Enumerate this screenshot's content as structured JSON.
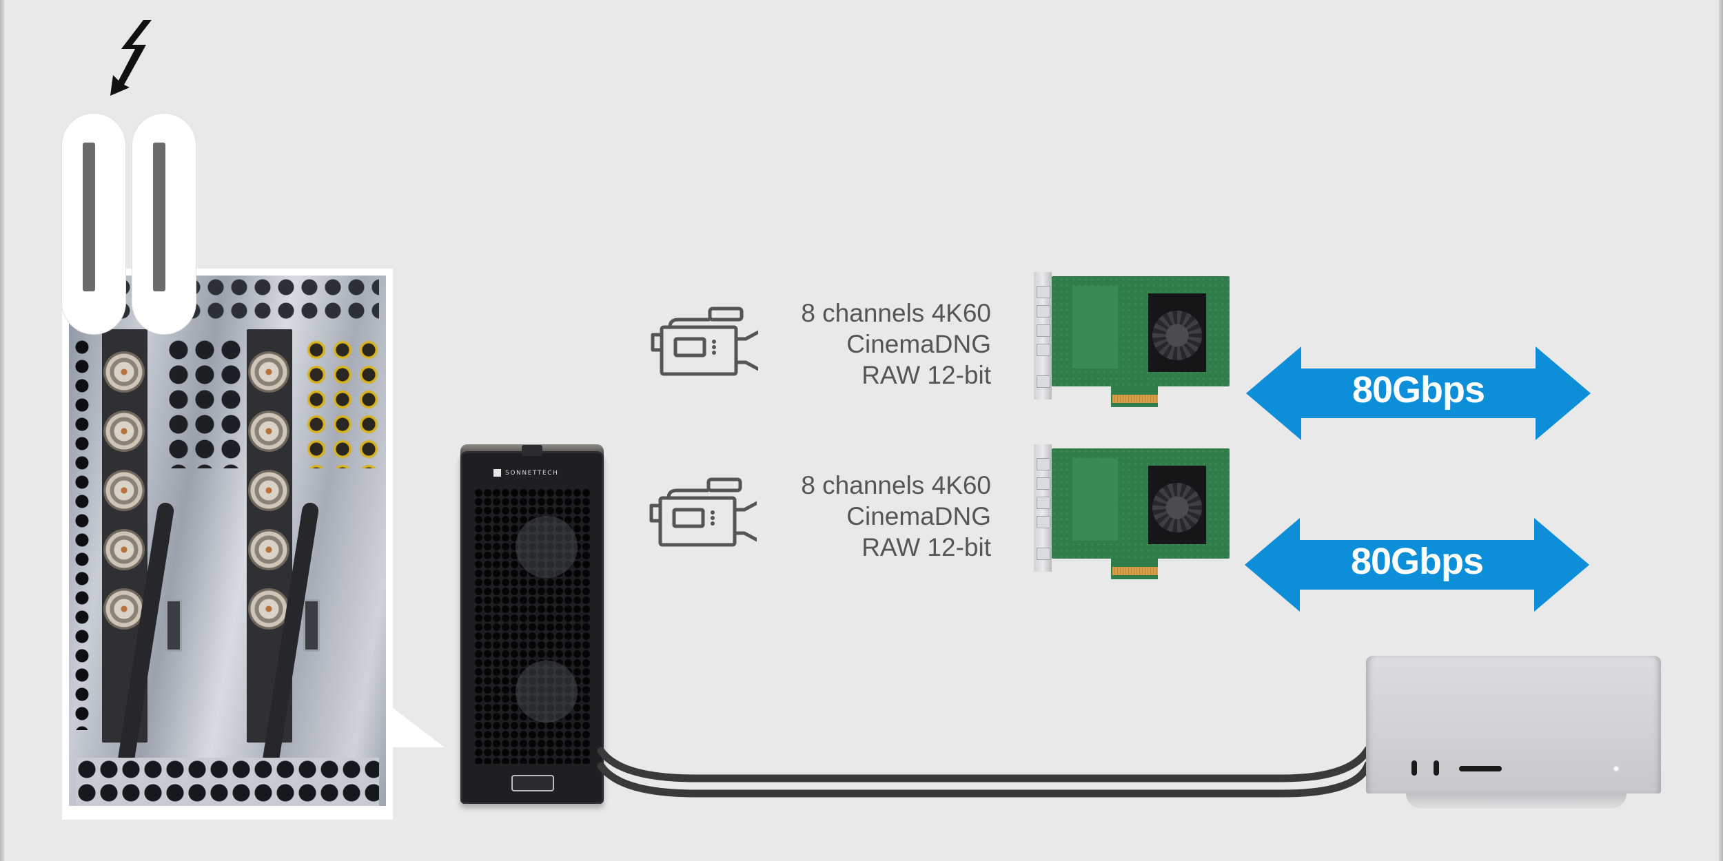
{
  "diagram": {
    "title": "8K / multi-channel SDI capture via Thunderbolt 5 expansion",
    "colors": {
      "background": "#e9e9e9",
      "arrow_fill": "#0c8ed9",
      "label_text": "#555555",
      "arrow_text": "#ffffff"
    },
    "thunderbolt_callout": {
      "icon": "thunderbolt-bolt-arrow-icon",
      "port_count": 2
    },
    "enclosure": {
      "brand": "SONNETTECH"
    },
    "capture_rows": [
      {
        "icon": "video-camera-icon",
        "lines": [
          "8 channels 4K60",
          "CinemaDNG",
          "RAW 12-bit"
        ],
        "bandwidth": "80Gbps"
      },
      {
        "icon": "video-camera-icon",
        "lines": [
          "8 channels 4K60",
          "CinemaDNG",
          "RAW 12-bit"
        ],
        "bandwidth": "80Gbps"
      }
    ],
    "host": {
      "icon": "mac-studio-icon"
    }
  }
}
